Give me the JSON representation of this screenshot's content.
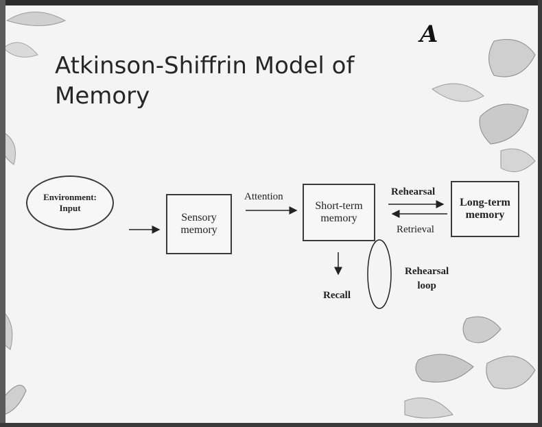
{
  "slide": {
    "title_line1": "Atkinson-Shiffrin Model of",
    "title_line2": "Memory",
    "handwritten_mark": "A"
  },
  "diagram": {
    "nodes": {
      "environment": "Environment: Input",
      "sensory": "Sensory memory",
      "short_term": "Short-term memory",
      "long_term": "Long-term memory"
    },
    "edge_labels": {
      "attention": "Attention",
      "rehearsal": "Rehearsal",
      "retrieval": "Retrieval",
      "recall": "Recall",
      "rehearsal_loop_1": "Rehearsal",
      "rehearsal_loop_2": "loop"
    }
  }
}
